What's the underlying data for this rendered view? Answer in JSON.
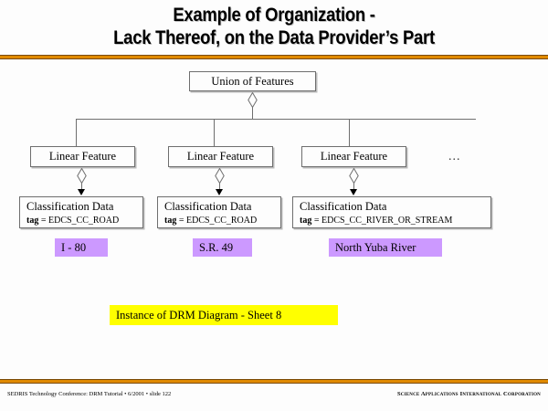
{
  "slide": {
    "title_line_1": "Example of Organization -",
    "title_line_2": "Lack Thereof, on the Data Provider’s Part",
    "accent_color": "#e08a00",
    "accent_dark_color": "#7a4a06",
    "highlight_purple": "#cc99ff",
    "highlight_yellow": "#ffff00"
  },
  "diagram": {
    "root": {
      "label": "Union of Features"
    },
    "continuation": "...",
    "branches": [
      {
        "feature_label": "Linear Feature",
        "class_label": "Classification Data",
        "attribute_name": "tag",
        "attribute_assign": " = ",
        "attribute_value": "EDCS_CC_ROAD",
        "instance_label": "I - 80"
      },
      {
        "feature_label": "Linear Feature",
        "class_label": "Classification Data",
        "attribute_name": "tag",
        "attribute_assign": " = ",
        "attribute_value": "EDCS_CC_ROAD",
        "instance_label": "S.R. 49"
      },
      {
        "feature_label": "Linear Feature",
        "class_label": "Classification Data",
        "attribute_name": "tag",
        "attribute_assign": " = ",
        "attribute_value": "EDCS_CC_RIVER_OR_STREAM",
        "instance_label": "North Yuba River"
      }
    ],
    "caption": "Instance of DRM Diagram - Sheet 8"
  },
  "footer": {
    "left": "SEDRIS Technology Conference: DRM Tutorial • 6/2001 • slide 122",
    "right": "Science Applications International Corporation"
  }
}
